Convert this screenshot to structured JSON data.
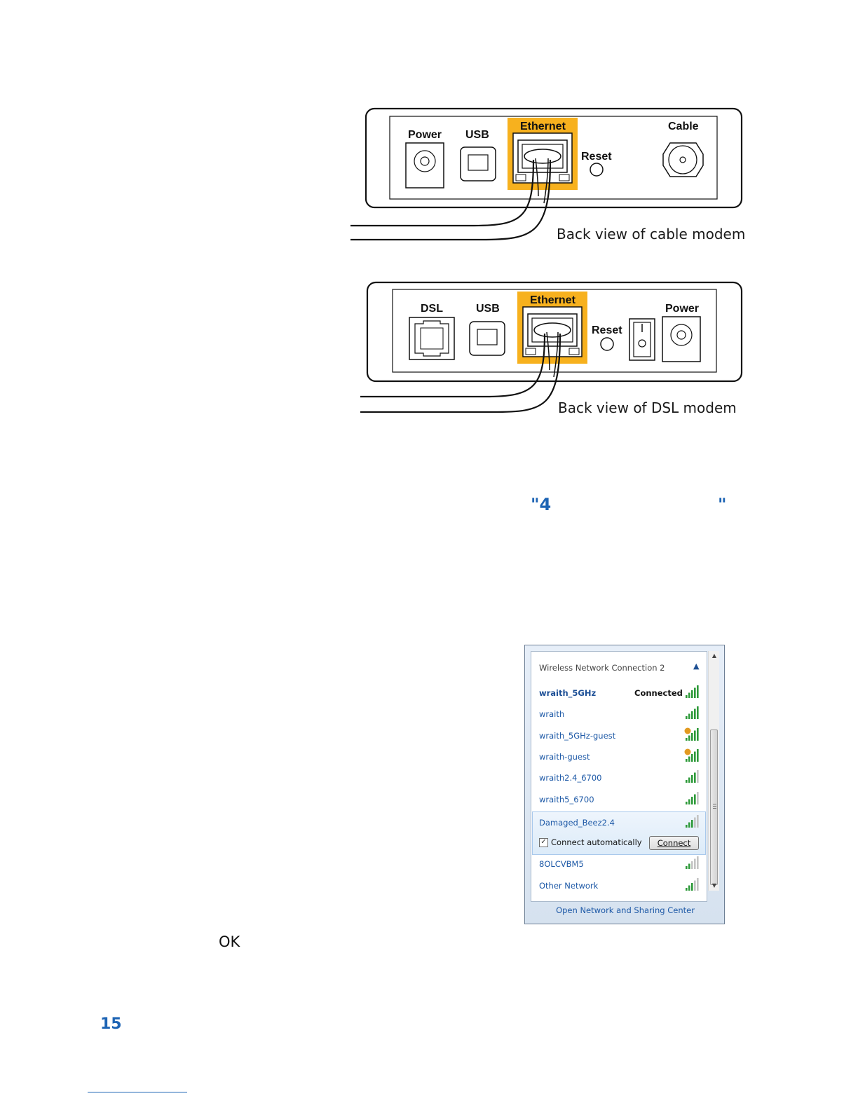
{
  "cable_modem": {
    "ports": {
      "power": "Power",
      "usb": "USB",
      "ethernet": "Ethernet",
      "reset": "Reset",
      "cable": "Cable"
    },
    "caption": "Back view of cable modem",
    "highlight_color": "#f7b11e"
  },
  "dsl_modem": {
    "ports": {
      "dsl": "DSL",
      "usb": "USB",
      "ethernet": "Ethernet",
      "reset": "Reset",
      "power": "Power"
    },
    "caption": "Back view of DSL modem",
    "highlight_color": "#f7b11e"
  },
  "stray_text": {
    "quote_open": "\"4",
    "quote_close": "\"",
    "ok": "OK"
  },
  "wifi_panel": {
    "header": "Wireless Network Connection 2",
    "collapse_icon": "chevron-up-icon",
    "networks": [
      {
        "name": "wraith_5GHz",
        "status": "Connected",
        "signal": 5,
        "secured_warning": false
      },
      {
        "name": "wraith",
        "status": "",
        "signal": 5,
        "secured_warning": false
      },
      {
        "name": "wraith_5GHz-guest",
        "status": "",
        "signal": 5,
        "secured_warning": true
      },
      {
        "name": "wraith-guest",
        "status": "",
        "signal": 5,
        "secured_warning": true
      },
      {
        "name": "wraith2.4_6700",
        "status": "",
        "signal": 4,
        "secured_warning": false
      },
      {
        "name": "wraith5_6700",
        "status": "",
        "signal": 4,
        "secured_warning": false
      }
    ],
    "selected_network": {
      "name": "Damaged_Beez2.4",
      "signal": 3,
      "connect_auto_label": "Connect automatically",
      "connect_auto_checked": true,
      "connect_button": "Connect"
    },
    "other_networks": [
      {
        "name": "8OLCVBM5",
        "signal": 2
      },
      {
        "name": "Other Network",
        "signal": 3
      }
    ],
    "footer_link": "Open Network and Sharing Center",
    "signal_color": "#2e9a3a"
  },
  "page_number": "15",
  "accent_color": "#1d64b4"
}
